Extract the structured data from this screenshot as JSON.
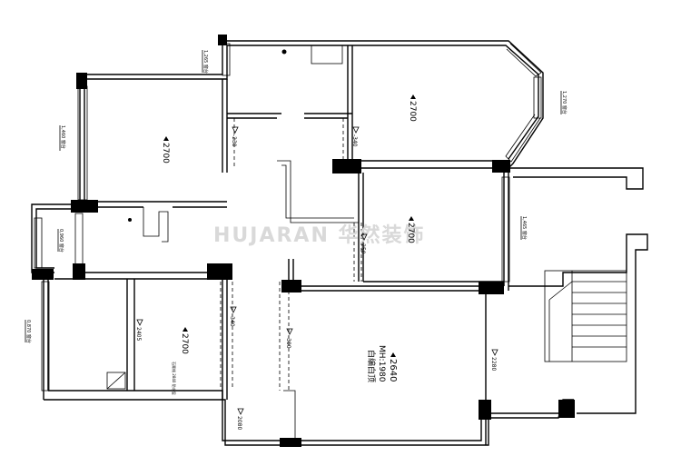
{
  "watermark": "HUJARAN 华然装饰",
  "ceiling_heights": {
    "bedroom_top_left": "2700",
    "bedroom_top_right": "2700",
    "bedroom_middle_right": "2700",
    "bedroom_bottom_left": "2700",
    "living_room": "2640"
  },
  "living_room_notes": {
    "height_mark": "MH:1980",
    "ceiling_note": "白编白顶"
  },
  "beam_marks": {
    "b1": "-230",
    "b2": "-340",
    "b3": "-250",
    "b4": "-340",
    "b5": "-300",
    "b6": "2405",
    "b7": "2280",
    "b8": "2080"
  },
  "window_marks": {
    "w_top": "1,265 窗台",
    "w_left": "1,460 窗台",
    "w_small": "0,960 窗台",
    "w_bottom_left": "0,870 窗台",
    "w_right_top": "1,270 窗台",
    "w_right_mid": "1,465 窗台"
  },
  "small_note": "石膏线 2840 防水层"
}
